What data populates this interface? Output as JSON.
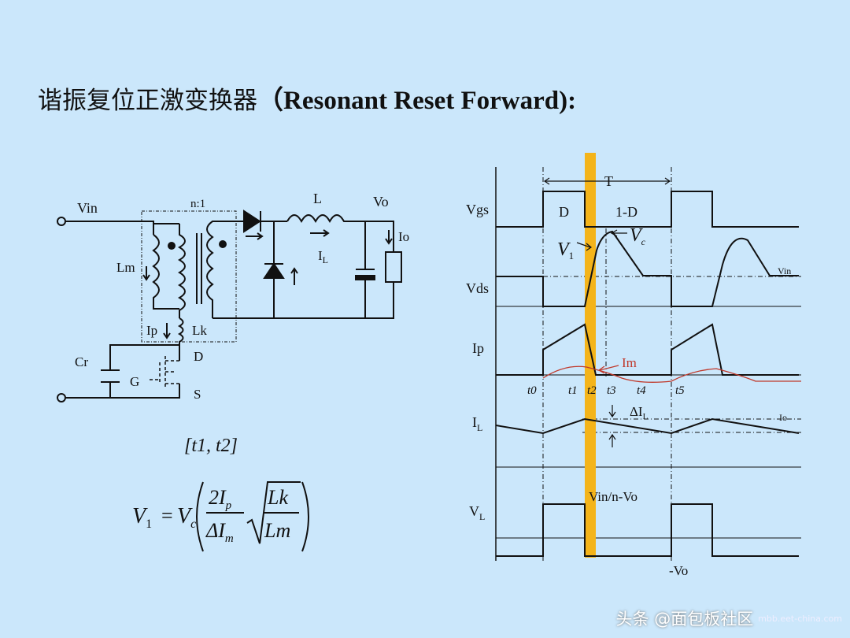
{
  "title": {
    "chinese": "谐振复位正激变换器",
    "english": "（Resonant Reset Forward):"
  },
  "circuit": {
    "vin": "Vin",
    "ratio": "n:1",
    "inductor": "L",
    "vo": "Vo",
    "io": "Io",
    "il_main": "I",
    "il_sub": "L",
    "lm": "Lm",
    "ip": "Ip",
    "lk": "Lk",
    "cr": "Cr",
    "d": "D",
    "g": "G",
    "s": "S"
  },
  "interval": "[t1, t2]",
  "formula": {
    "lhs_main": "V",
    "lhs_sub": "1",
    "eq": "=",
    "vc_main": "V",
    "vc_sub": "c",
    "num": "2I",
    "num_sub": "p",
    "den": "ΔI",
    "den_sub": "m",
    "lk": "Lk",
    "lm": "Lm"
  },
  "waveforms": {
    "vgs": "Vgs",
    "vds": "Vds",
    "ip": "Ip",
    "il_main": "I",
    "il_sub": "L",
    "vl_main": "V",
    "vl_sub": "L",
    "period": "T",
    "duty": "D",
    "duty_off": "1-D",
    "v1_main": "V",
    "v1_sub": "1",
    "vc_main": "V",
    "vc_sub": "c",
    "vin_mark": "Vin",
    "im": "Im",
    "times": [
      "t0",
      "t1",
      "t2",
      "t3",
      "t4",
      "t5"
    ],
    "delta_il_main": "ΔI",
    "delta_il_sub": "L",
    "io": "Io",
    "vl_high": "Vin/n-Vo",
    "vl_low": "-Vo"
  },
  "watermark": {
    "text": "头条 @面包板社区",
    "url": "mbb.eet-china.com"
  },
  "colors": {
    "background": "#cbe7fb",
    "highlight": "#f4b41a",
    "im_curve": "#c0392b"
  }
}
